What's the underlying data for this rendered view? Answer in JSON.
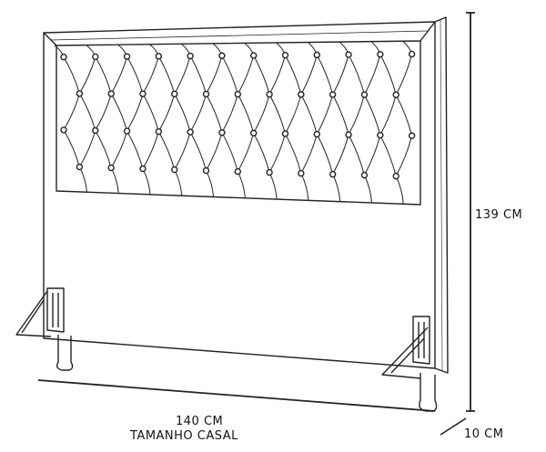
{
  "dimensions": {
    "height": "139 CM",
    "width": "140 CM",
    "size_name": "TAMANHO CASAL",
    "depth": "10 CM"
  },
  "colors": {
    "line": "#222222",
    "background": "#ffffff"
  }
}
